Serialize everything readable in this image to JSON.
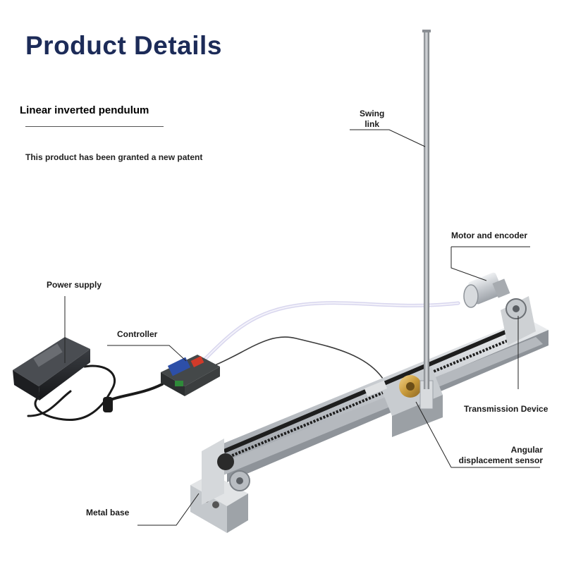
{
  "page": {
    "title": "Product Details",
    "subtitle": "Linear inverted pendulum",
    "patent_note": "This product has been granted a new patent"
  },
  "callouts": {
    "swing_link": "Swing\nlink",
    "motor_encoder": "Motor and encoder",
    "power_supply": "Power supply",
    "controller": "Controller",
    "transmission": "Transmission Device",
    "angular_sensor": "Angular\ndisplacement sensor",
    "metal_base": "Metal base"
  },
  "colors": {
    "title": "#1c2b58",
    "accent_brass": "#c89a3a",
    "aluminum": "#c9ccd0",
    "belt": "#1e1e1e"
  }
}
